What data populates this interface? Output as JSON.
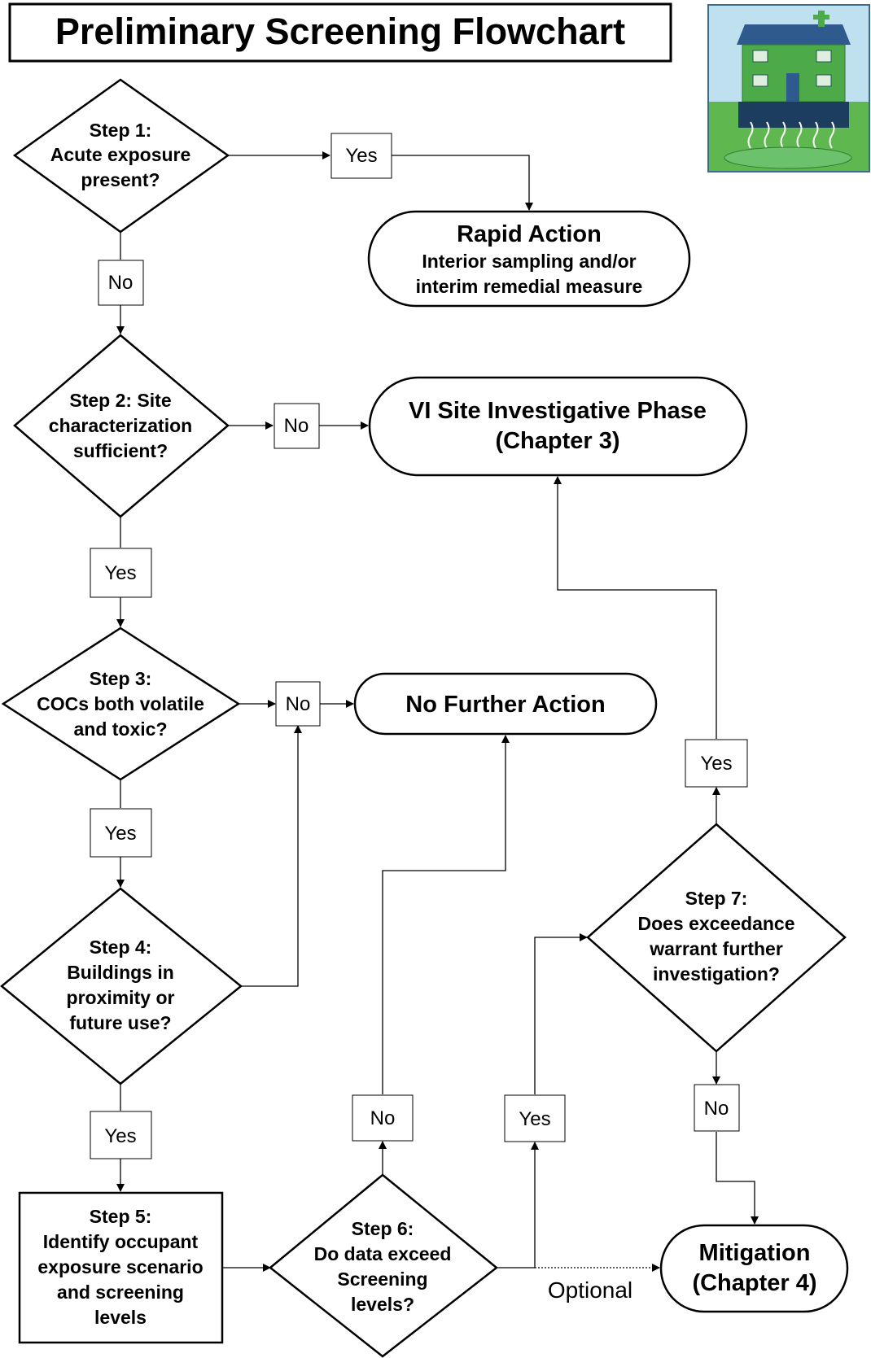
{
  "title": "Preliminary Screening Flowchart",
  "illustration": {
    "icon": "house-vapor-intrusion-icon",
    "colors": {
      "sky": "#bfe0ee",
      "house": "#4caa48",
      "roof": "#2e5a8e",
      "ground": "#5fb84f",
      "basement": "#1d3d5e",
      "plume": "#6cc26c"
    }
  },
  "steps": {
    "s1": [
      "Step 1:",
      "Acute exposure",
      "present?"
    ],
    "s2": [
      "Step 2: Site",
      "characterization",
      "sufficient?"
    ],
    "s3": [
      "Step 3:",
      "COCs both volatile",
      "and toxic?"
    ],
    "s4": [
      "Step 4:",
      "Buildings in",
      "proximity or",
      "future use?"
    ],
    "s5": [
      "Step 5:",
      "Identify occupant",
      "exposure scenario",
      "and screening",
      "levels"
    ],
    "s6": [
      "Step 6:",
      "Do data exceed",
      "Screening",
      "levels?"
    ],
    "s7": [
      "Step 7:",
      "Does exceedance",
      "warrant further",
      "investigation?"
    ]
  },
  "outcomes": {
    "rapid": {
      "title": "Rapid Action",
      "lines": [
        "Interior sampling and/or",
        "interim remedial measure"
      ]
    },
    "vi": [
      "VI Site Investigative Phase",
      "(Chapter 3)"
    ],
    "nfa": "No Further Action",
    "mitigation": [
      "Mitigation",
      "(Chapter 4)"
    ]
  },
  "labels": {
    "s1_yes": "Yes",
    "s1_no": "No",
    "s2_no": "No",
    "s2_yes": "Yes",
    "s3_no": "No",
    "s3_yes": "Yes",
    "s4_yes": "Yes",
    "s6_no": "No",
    "s6_yes": "Yes",
    "s7_yes": "Yes",
    "s7_no": "No",
    "optional": "Optional"
  }
}
